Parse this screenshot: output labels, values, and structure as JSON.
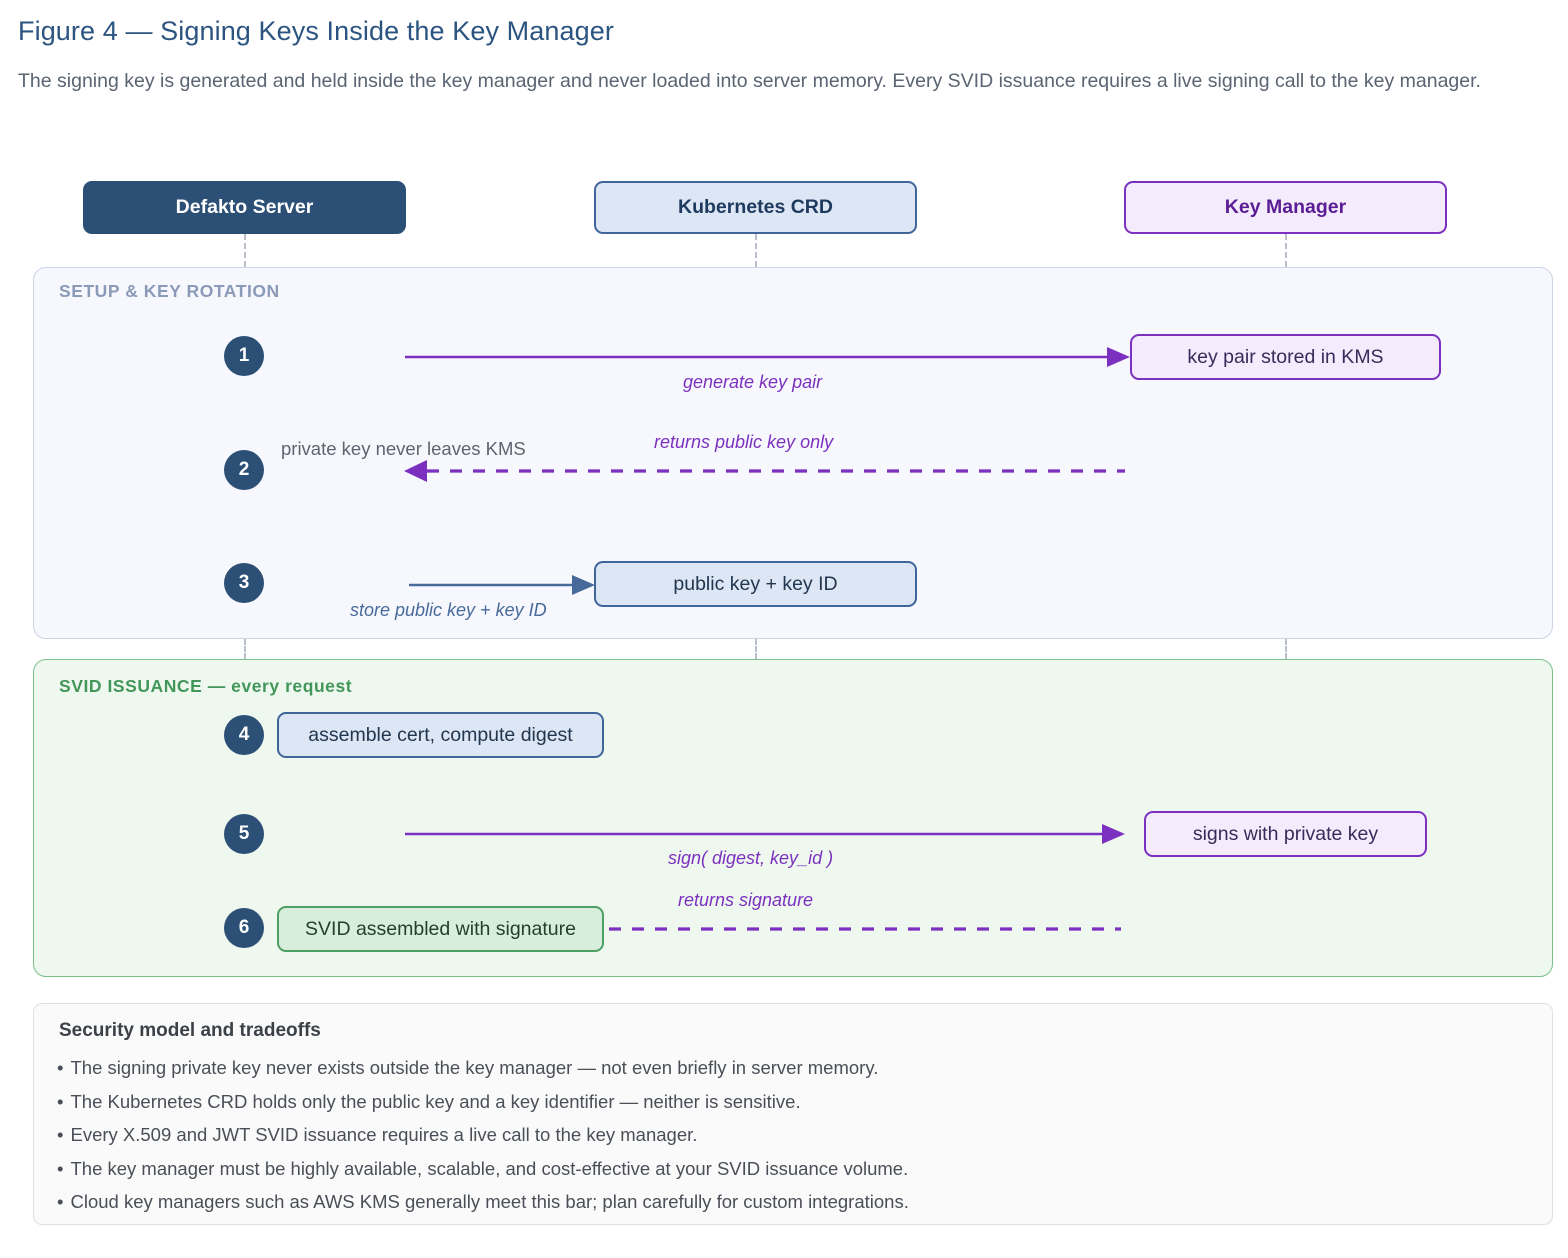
{
  "figure": {
    "title": "Figure 4 — Signing Keys Inside the Key Manager",
    "caption": "The signing key is generated and held inside the key manager and never loaded into server memory. Every SVID issuance requires a live signing call to the key manager."
  },
  "actors": [
    {
      "id": "server",
      "label": "Defakto Server",
      "color": "#2c4f76"
    },
    {
      "id": "crd",
      "label": "Kubernetes CRD",
      "color": "#3f6599"
    },
    {
      "id": "kms",
      "label": "Key Manager",
      "color": "#7b30bf"
    }
  ],
  "panels": [
    {
      "id": "setup",
      "label": "SETUP & KEY ROTATION",
      "color": "#8b9ab8"
    },
    {
      "id": "issuance",
      "label": "SVID ISSUANCE — every request",
      "color": "#43965a"
    }
  ],
  "steps": [
    {
      "number": "1",
      "caption": "generate key pair",
      "box": "key pair stored in KMS",
      "side_note": ""
    },
    {
      "number": "2",
      "caption": "returns public key only",
      "box": "",
      "side_note": "private key never leaves KMS"
    },
    {
      "number": "3",
      "caption": "store public key + key ID",
      "box": "public key + key ID",
      "side_note": ""
    },
    {
      "number": "4",
      "caption": "",
      "box": "assemble cert, compute digest",
      "side_note": ""
    },
    {
      "number": "5",
      "caption": "sign( digest, key_id )",
      "box": "signs with private key",
      "side_note": ""
    },
    {
      "number": "6",
      "caption": "returns signature",
      "box": "SVID assembled with signature",
      "side_note": ""
    }
  ],
  "note": {
    "title": "Security model and tradeoffs",
    "bullet": "•",
    "items": [
      "The signing private key never exists outside the key manager — not even briefly in server memory.",
      "The Kubernetes CRD holds only the public key and a key identifier — neither is sensitive.",
      "Every X.509 and JWT SVID issuance requires a live call to the key manager.",
      "The key manager must be highly available, scalable, and cost-effective at your SVID issuance volume.",
      "Cloud key managers such as AWS KMS generally meet this bar; plan carefully for custom integrations."
    ]
  }
}
